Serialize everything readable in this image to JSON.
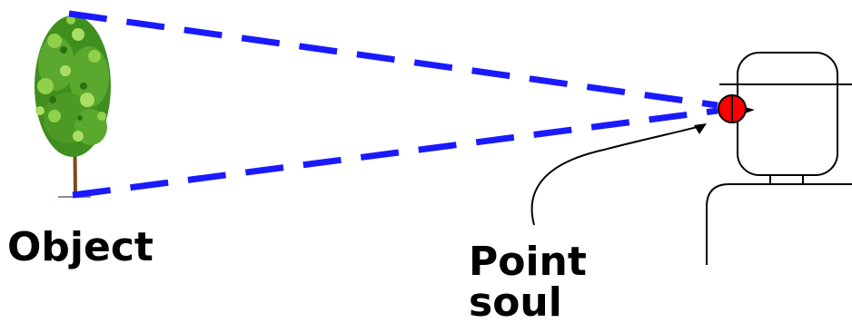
{
  "labels": {
    "object": "Object",
    "point_line1": "Point",
    "point_line2": "soul"
  },
  "colors": {
    "background": "#ffffff",
    "sight_lines": "#1a1aff",
    "eye": "#ff0000",
    "outline": "#000000",
    "foliage_dark": "#3f8f1f",
    "foliage_light": "#8fd14a",
    "trunk": "#7a4a1e"
  },
  "icons": {
    "tree": "tree-icon",
    "eye": "eye-icon",
    "person": "person-icon"
  }
}
